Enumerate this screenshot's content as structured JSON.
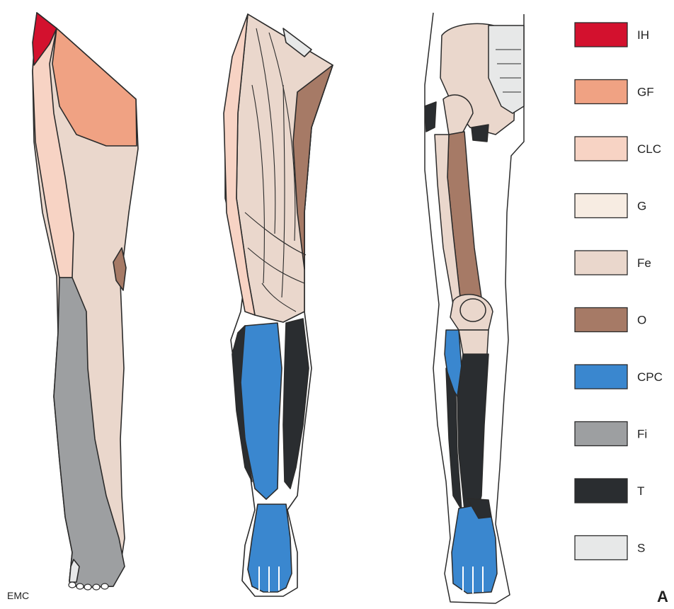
{
  "legend": [
    {
      "code": "IH",
      "color": "#d3112e"
    },
    {
      "code": "GF",
      "color": "#f0a283"
    },
    {
      "code": "CLC",
      "color": "#f7d3c4"
    },
    {
      "code": "G",
      "color": "#f7ece2"
    },
    {
      "code": "Fe",
      "color": "#ead7cc"
    },
    {
      "code": "O",
      "color": "#a67a66"
    },
    {
      "code": "CPC",
      "color": "#3a87cf"
    },
    {
      "code": "Fi",
      "color": "#9d9fa1"
    },
    {
      "code": "T",
      "color": "#2a2d30"
    },
    {
      "code": "S",
      "color": "#e7e8e8"
    }
  ],
  "signature": "EMC",
  "panel_letter": "A",
  "views": [
    "leg-lateral-view",
    "leg-anterior-muscle-view",
    "leg-skeletal-view"
  ]
}
